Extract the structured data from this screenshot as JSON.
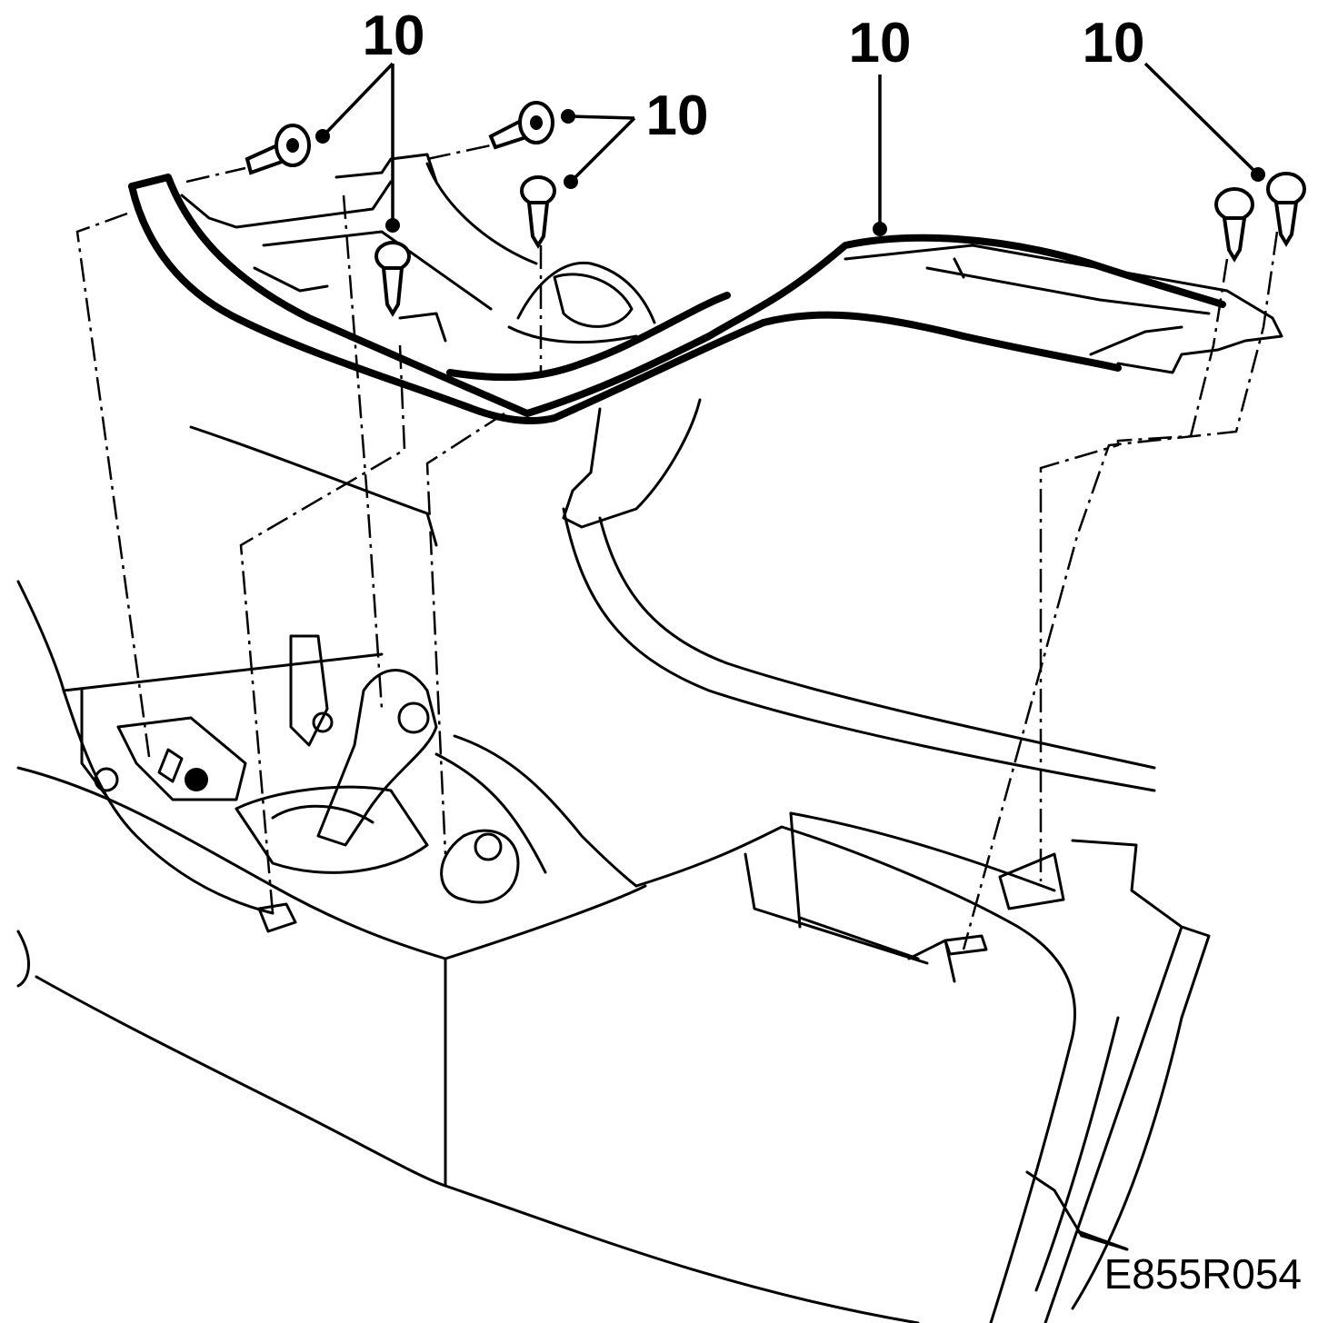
{
  "diagram": {
    "figure_id": "E855R054",
    "callouts": [
      {
        "id": "screws-top-left",
        "label": "10"
      },
      {
        "id": "trim-frame",
        "label": "10"
      },
      {
        "id": "screws-top-right",
        "label": "10"
      },
      {
        "id": "screws-center",
        "label": "10"
      }
    ]
  }
}
